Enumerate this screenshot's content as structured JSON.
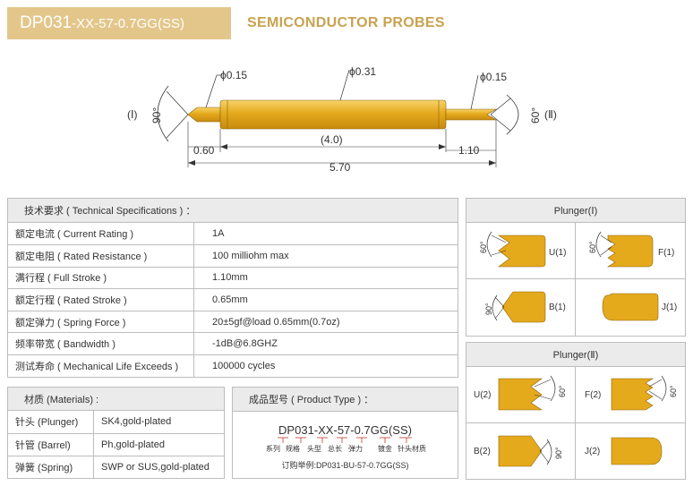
{
  "header": {
    "model_main": "DP031",
    "model_suffix": "-XX-57-0.7GG(SS)",
    "category": "SEMICONDUCTOR PROBES"
  },
  "drawing": {
    "left_tip_dia": "ϕ0.15",
    "barrel_dia": "ϕ0.31",
    "right_tip_dia": "ϕ0.15",
    "left_end_label": "(Ⅰ)",
    "right_end_label": "(Ⅱ)",
    "left_angle": "90°",
    "right_angle": "60°",
    "left_len": "0.60",
    "barrel_len": "(4.0)",
    "right_len": "1.10",
    "total_len": "5.70"
  },
  "spec": {
    "heading": "技术要求 ( Technical Specifications ) ：",
    "rows": [
      {
        "label": "额定电流 ( Current Rating )",
        "value": "1A"
      },
      {
        "label": "额定电阻 ( Rated Resistance )",
        "value": "100 milliohm max"
      },
      {
        "label": "满行程 ( Full Stroke )",
        "value": "1.10mm"
      },
      {
        "label": "额定行程 ( Rated Stroke )",
        "value": "0.65mm"
      },
      {
        "label": "额定弹力 ( Spring Force )",
        "value": "20±5gf@load 0.65mm(0.7oz)"
      },
      {
        "label": "频率带宽 ( Bandwidth )",
        "value": "-1dB@6.8GHZ"
      },
      {
        "label": "测试寿命 ( Mechanical Life Exceeds )",
        "value": "100000 cycles"
      }
    ]
  },
  "materials": {
    "heading": "材质 (Materials) :",
    "rows": [
      {
        "label": "针头 (Plunger)",
        "value": "SK4,gold-plated"
      },
      {
        "label": "针管 (Barrel)",
        "value": "Ph,gold-plated"
      },
      {
        "label": "弹簧 (Spring)",
        "value": "SWP or SUS,gold-plated"
      }
    ]
  },
  "product_type": {
    "heading": "成品型号 ( Product Type ) ：",
    "code_parts": [
      "DP031",
      "XX",
      "57",
      "0.7",
      "GG",
      "(SS)"
    ],
    "part_labels": [
      "系列",
      "规格",
      "头型",
      "总长",
      "弹力",
      "镀金",
      "针头材质"
    ],
    "example": "订购举例:DP031-BU-57-0.7GG(SS)"
  },
  "plunger1": {
    "title": "Plunger(Ⅰ)",
    "items": [
      {
        "code": "U(1)",
        "angle": "60°"
      },
      {
        "code": "F(1)",
        "angle": "60°"
      },
      {
        "code": "B(1)",
        "angle": "90°"
      },
      {
        "code": "J(1)",
        "angle": ""
      }
    ]
  },
  "plunger2": {
    "title": "Plunger(Ⅱ)",
    "items": [
      {
        "code": "U(2)",
        "angle": "60°"
      },
      {
        "code": "F(2)",
        "angle": "60°"
      },
      {
        "code": "B(2)",
        "angle": "90°"
      },
      {
        "code": "J(2)",
        "angle": ""
      }
    ]
  },
  "colors": {
    "gold": "#e3c68a",
    "gold_text": "#c9a24f",
    "pin_gold": "#e5a91c",
    "pin_light": "#f6d36a",
    "border": "#bdbdbd",
    "head_bg": "#ebebeb"
  }
}
